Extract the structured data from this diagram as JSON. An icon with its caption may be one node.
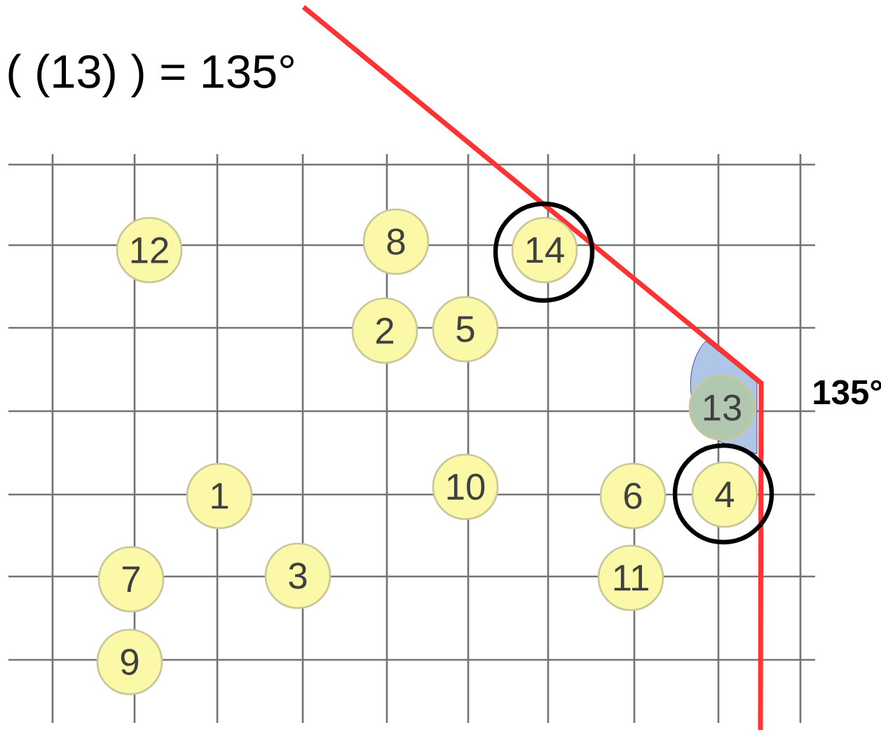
{
  "diagram": {
    "nodes": [
      {
        "text": [
          "12"
        ]
      },
      {
        "text": [
          "8"
        ]
      },
      {
        "text": [
          "14"
        ]
      },
      {
        "text": [
          "2"
        ]
      },
      {
        "text": [
          "5"
        ]
      },
      {
        "text": [
          "13"
        ]
      },
      {
        "text": [
          "1"
        ]
      },
      {
        "text": [
          "10"
        ]
      },
      {
        "text": [
          "6"
        ]
      },
      {
        "text": [
          "4"
        ]
      },
      {
        "text": [
          "7"
        ]
      },
      {
        "text": [
          "3"
        ]
      },
      {
        "text": [
          "11"
        ]
      },
      {
        "text": [
          "9"
        ]
      }
    ],
    "labels": [
      "( (13) ) = 135°",
      "135°"
    ]
  }
}
